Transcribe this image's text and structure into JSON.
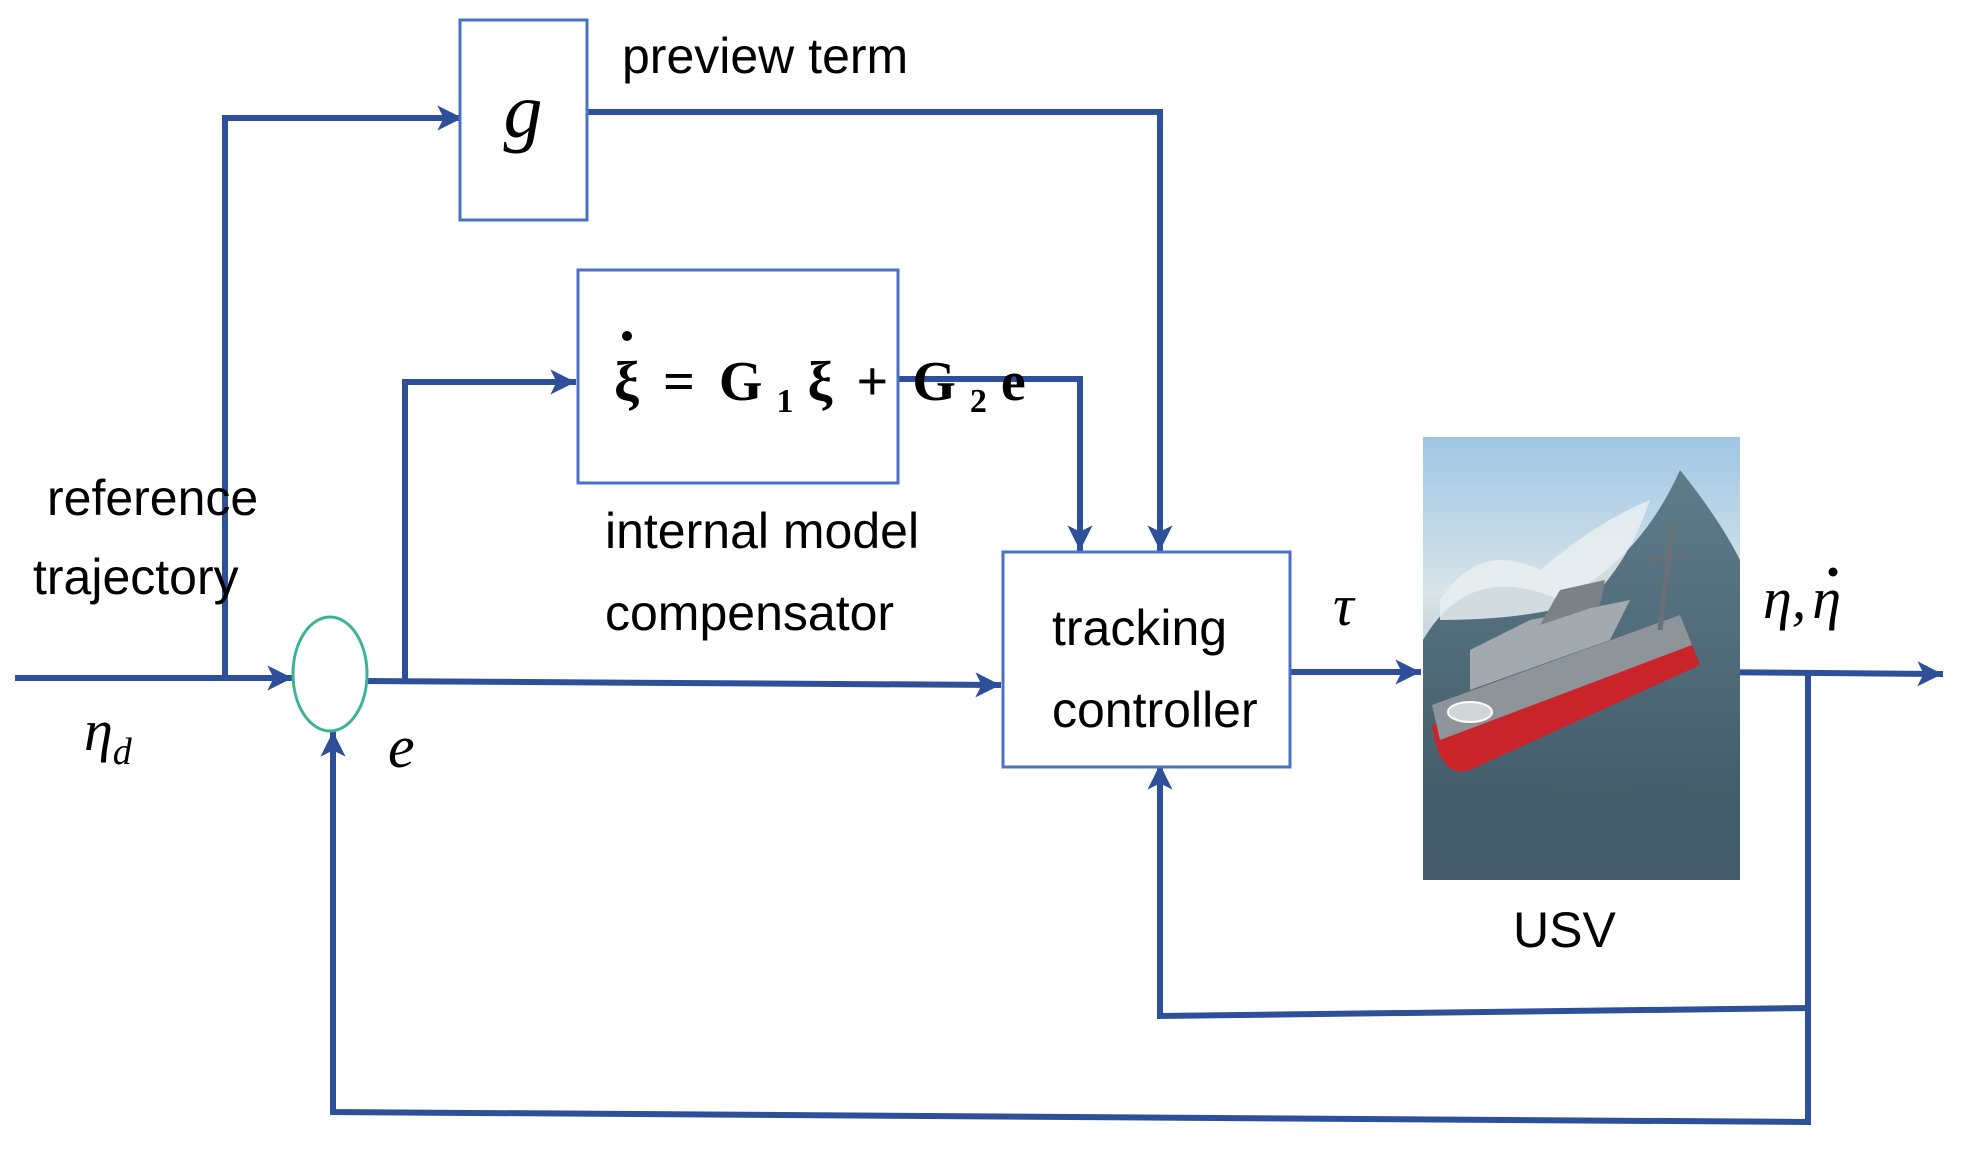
{
  "colors": {
    "line": "#2e4f9a",
    "box_border": "#4a72c4",
    "summing_junction": "#3bb39a"
  },
  "blocks": {
    "preview": {
      "symbol": "g",
      "label": "preview term"
    },
    "internal_model": {
      "equation": {
        "lhs": "ξ",
        "equals": "=",
        "g1": "G",
        "g1_sub": "1",
        "xi": "ξ",
        "plus": "+",
        "g2": "G",
        "g2_sub": "2",
        "e": "e"
      },
      "label_line1": "internal model",
      "label_line2": "compensator"
    },
    "controller": {
      "line1": "tracking",
      "line2": "controller"
    },
    "plant": {
      "label": "USV",
      "image": "ship-in-waves-photo"
    }
  },
  "signals": {
    "reference_line1": "reference",
    "reference_line2": "trajectory",
    "eta": "η",
    "eta_sub": "d",
    "error": "e",
    "tau": "τ",
    "output_eta": "η",
    "output_comma": ",",
    "output_eta_dot": "η"
  }
}
